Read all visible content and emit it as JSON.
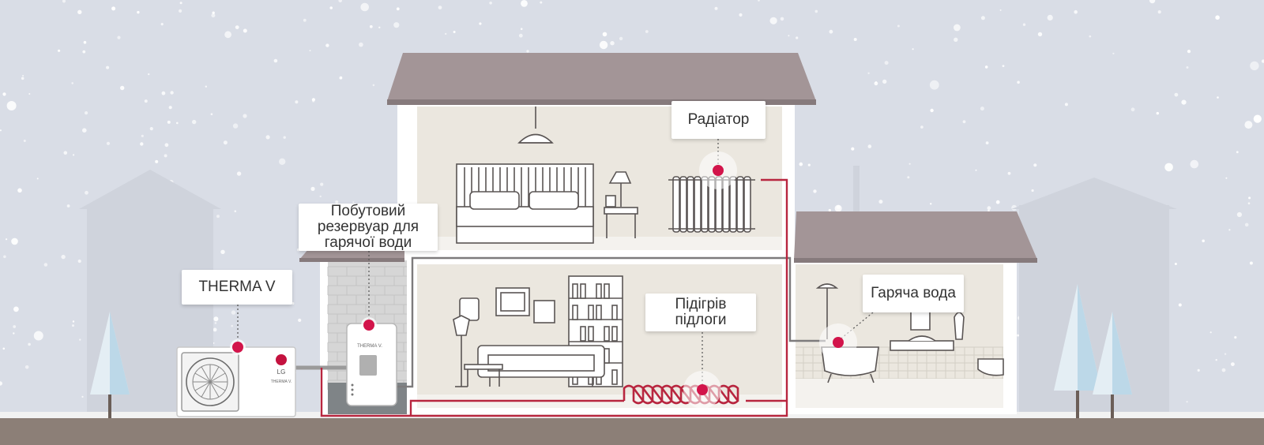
{
  "labels": {
    "therma_v": "THERMA V",
    "tank": "Побутовий резервуар для гарячої води",
    "radiator": "Радіатор",
    "floor_heating": "Підігрів підлоги",
    "hot_water": "Гаряча вода"
  },
  "branding": {
    "unit_logo": "LG",
    "product_mark": "THERMA V."
  },
  "colors": {
    "sky": "#d9dde6",
    "roof": "#a39597",
    "wall": "#ffffff",
    "room": "#ebe7df",
    "ground": "#8c7f77",
    "pipe_red": "#b8263f",
    "pipe_grey": "#7d7b7c",
    "dot_red": "#d2144a",
    "tree": "#dbeaf2"
  }
}
